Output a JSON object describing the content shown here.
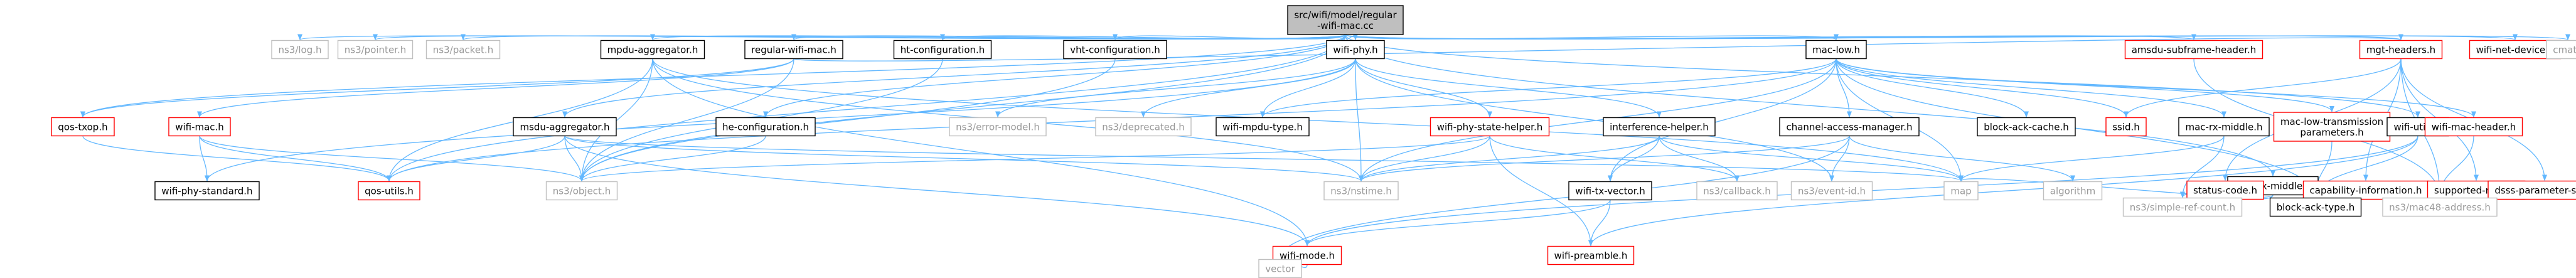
{
  "graph": {
    "colors": {
      "edge": "#63b8ff",
      "default_border": "#000000",
      "linked_border": "#ff0000",
      "ghost_border": "#bfbfbf",
      "text": "#000000",
      "ghost_text": "#9a9a9a",
      "root_fill": "#bfbfbf",
      "node_fill": "#ffffff"
    },
    "nodes": [
      {
        "id": "root",
        "lines": [
          "src/wifi/model/regular",
          "-wifi-mac.cc"
        ],
        "style": "root"
      },
      {
        "id": "log",
        "lines": [
          "ns3/log.h"
        ],
        "style": "ghost"
      },
      {
        "id": "pointer",
        "lines": [
          "ns3/pointer.h"
        ],
        "style": "ghost"
      },
      {
        "id": "packet",
        "lines": [
          "ns3/packet.h"
        ],
        "style": "ghost"
      },
      {
        "id": "mpdu_agg",
        "lines": [
          "mpdu-aggregator.h"
        ],
        "style": "default"
      },
      {
        "id": "regular_mac",
        "lines": [
          "regular-wifi-mac.h"
        ],
        "style": "default"
      },
      {
        "id": "ht_conf",
        "lines": [
          "ht-configuration.h"
        ],
        "style": "default"
      },
      {
        "id": "vht_conf",
        "lines": [
          "vht-configuration.h"
        ],
        "style": "default"
      },
      {
        "id": "wifi_phy",
        "lines": [
          "wifi-phy.h"
        ],
        "style": "default"
      },
      {
        "id": "mac_low",
        "lines": [
          "mac-low.h"
        ],
        "style": "default"
      },
      {
        "id": "amsdu_hdr",
        "lines": [
          "amsdu-subframe-header.h"
        ],
        "style": "linked"
      },
      {
        "id": "mgt_hdr",
        "lines": [
          "mgt-headers.h"
        ],
        "style": "linked"
      },
      {
        "id": "net_dev",
        "lines": [
          "wifi-net-device.h"
        ],
        "style": "linked"
      },
      {
        "id": "cmath",
        "lines": [
          "cmath"
        ],
        "style": "ghost"
      },
      {
        "id": "qos_txop",
        "lines": [
          "qos-txop.h"
        ],
        "style": "linked"
      },
      {
        "id": "wifi_mac",
        "lines": [
          "wifi-mac.h"
        ],
        "style": "linked"
      },
      {
        "id": "msdu_agg",
        "lines": [
          "msdu-aggregator.h"
        ],
        "style": "default"
      },
      {
        "id": "he_conf",
        "lines": [
          "he-configuration.h"
        ],
        "style": "default"
      },
      {
        "id": "err_model",
        "lines": [
          "ns3/error-model.h"
        ],
        "style": "ghost"
      },
      {
        "id": "deprecated",
        "lines": [
          "ns3/deprecated.h"
        ],
        "style": "ghost"
      },
      {
        "id": "mpdu_type",
        "lines": [
          "wifi-mpdu-type.h"
        ],
        "style": "default"
      },
      {
        "id": "phy_state",
        "lines": [
          "wifi-phy-state-helper.h"
        ],
        "style": "linked"
      },
      {
        "id": "interf",
        "lines": [
          "interference-helper.h"
        ],
        "style": "default"
      },
      {
        "id": "cam",
        "lines": [
          "channel-access-manager.h"
        ],
        "style": "default"
      },
      {
        "id": "ba_cache",
        "lines": [
          "block-ack-cache.h"
        ],
        "style": "default"
      },
      {
        "id": "ssid",
        "lines": [
          "ssid.h"
        ],
        "style": "linked"
      },
      {
        "id": "rx_mid",
        "lines": [
          "mac-rx-middle.h"
        ],
        "style": "default"
      },
      {
        "id": "tx_mid",
        "lines": [
          "mac-tx-middle.h"
        ],
        "style": "default"
      },
      {
        "id": "low_tx",
        "lines": [
          "mac-low-transmission",
          "parameters.h"
        ],
        "style": "linked"
      },
      {
        "id": "wifi_utils",
        "lines": [
          "wifi-utils.h"
        ],
        "style": "default"
      },
      {
        "id": "mac_hdr",
        "lines": [
          "wifi-mac-header.h"
        ],
        "style": "linked"
      },
      {
        "id": "status",
        "lines": [
          "status-code.h"
        ],
        "style": "linked"
      },
      {
        "id": "cap_info",
        "lines": [
          "capability-information.h"
        ],
        "style": "linked"
      },
      {
        "id": "rates",
        "lines": [
          "supported-rates.h"
        ],
        "style": "linked"
      },
      {
        "id": "dsss",
        "lines": [
          "dsss-parameter-set.h"
        ],
        "style": "linked"
      },
      {
        "id": "phy_std",
        "lines": [
          "wifi-phy-standard.h"
        ],
        "style": "default"
      },
      {
        "id": "qos_utils",
        "lines": [
          "qos-utils.h"
        ],
        "style": "linked"
      },
      {
        "id": "object",
        "lines": [
          "ns3/object.h"
        ],
        "style": "ghost"
      },
      {
        "id": "nstime",
        "lines": [
          "ns3/nstime.h"
        ],
        "style": "ghost"
      },
      {
        "id": "tx_vector",
        "lines": [
          "wifi-tx-vector.h"
        ],
        "style": "default"
      },
      {
        "id": "callback",
        "lines": [
          "ns3/callback.h"
        ],
        "style": "ghost"
      },
      {
        "id": "event_id",
        "lines": [
          "ns3/event-id.h"
        ],
        "style": "ghost"
      },
      {
        "id": "map",
        "lines": [
          "map"
        ],
        "style": "ghost"
      },
      {
        "id": "algorithm",
        "lines": [
          "algorithm"
        ],
        "style": "ghost"
      },
      {
        "id": "srefcount",
        "lines": [
          "ns3/simple-ref-count.h"
        ],
        "style": "ghost"
      },
      {
        "id": "ba_type",
        "lines": [
          "block-ack-type.h"
        ],
        "style": "default"
      },
      {
        "id": "mac48",
        "lines": [
          "ns3/mac48-address.h"
        ],
        "style": "ghost"
      },
      {
        "id": "wifi_mode",
        "lines": [
          "wifi-mode.h"
        ],
        "style": "linked"
      },
      {
        "id": "preamble",
        "lines": [
          "wifi-preamble.h"
        ],
        "style": "linked"
      },
      {
        "id": "vector",
        "lines": [
          "vector"
        ],
        "style": "ghost"
      }
    ],
    "edges": [
      [
        "root",
        "log"
      ],
      [
        "root",
        "pointer"
      ],
      [
        "root",
        "packet"
      ],
      [
        "root",
        "mpdu_agg"
      ],
      [
        "root",
        "regular_mac"
      ],
      [
        "root",
        "ht_conf"
      ],
      [
        "root",
        "vht_conf"
      ],
      [
        "root",
        "wifi_phy"
      ],
      [
        "root",
        "mac_low"
      ],
      [
        "root",
        "amsdu_hdr"
      ],
      [
        "root",
        "mgt_hdr"
      ],
      [
        "root",
        "net_dev"
      ],
      [
        "root",
        "cmath"
      ],
      [
        "root",
        "he_conf"
      ],
      [
        "root",
        "msdu_agg"
      ],
      [
        "root",
        "qos_txop"
      ],
      [
        "root",
        "wifi_utils"
      ],
      [
        "root",
        "tx_mid"
      ],
      [
        "root",
        "object"
      ],
      [
        "root",
        "qos_utils"
      ],
      [
        "mpdu_agg",
        "qos_utils"
      ],
      [
        "mpdu_agg",
        "object"
      ],
      [
        "mpdu_agg",
        "nstime"
      ],
      [
        "mpdu_agg",
        "wifi_mode"
      ],
      [
        "mpdu_agg",
        "map"
      ],
      [
        "regular_mac",
        "qos_txop"
      ],
      [
        "regular_mac",
        "wifi_mac"
      ],
      [
        "regular_mac",
        "object"
      ],
      [
        "regular_mac",
        "mgt_hdr"
      ],
      [
        "ht_conf",
        "object"
      ],
      [
        "vht_conf",
        "object"
      ],
      [
        "wifi_phy",
        "err_model"
      ],
      [
        "wifi_phy",
        "deprecated"
      ],
      [
        "wifi_phy",
        "mpdu_type"
      ],
      [
        "wifi_phy",
        "phy_state"
      ],
      [
        "wifi_phy",
        "interf"
      ],
      [
        "wifi_phy",
        "nstime"
      ],
      [
        "wifi_phy",
        "phy_std"
      ],
      [
        "wifi_phy",
        "event_id"
      ],
      [
        "mac_low",
        "cam"
      ],
      [
        "mac_low",
        "ba_cache"
      ],
      [
        "mac_low",
        "ssid"
      ],
      [
        "mac_low",
        "rx_mid"
      ],
      [
        "mac_low",
        "low_tx"
      ],
      [
        "mac_low",
        "mac_hdr"
      ],
      [
        "mac_low",
        "qos_utils"
      ],
      [
        "mac_low",
        "mpdu_type"
      ],
      [
        "mac_low",
        "nstime"
      ],
      [
        "mac_low",
        "map"
      ],
      [
        "mac_low",
        "tx_vector"
      ],
      [
        "mac_low",
        "ba_type"
      ],
      [
        "mgt_hdr",
        "status"
      ],
      [
        "mgt_hdr",
        "cap_info"
      ],
      [
        "mgt_hdr",
        "rates"
      ],
      [
        "mgt_hdr",
        "dsss"
      ],
      [
        "mgt_hdr",
        "ssid"
      ],
      [
        "mgt_hdr",
        "mac48"
      ],
      [
        "amsdu_hdr",
        "mac48"
      ],
      [
        "wifi_mac",
        "phy_std"
      ],
      [
        "wifi_mac",
        "qos_utils"
      ],
      [
        "wifi_mac",
        "object"
      ],
      [
        "msdu_agg",
        "nstime"
      ],
      [
        "msdu_agg",
        "object"
      ],
      [
        "msdu_agg",
        "wifi_mode"
      ],
      [
        "msdu_agg",
        "qos_utils"
      ],
      [
        "msdu_agg",
        "map"
      ],
      [
        "he_conf",
        "object"
      ],
      [
        "qos_txop",
        "qos_utils"
      ],
      [
        "phy_state",
        "nstime"
      ],
      [
        "phy_state",
        "callback"
      ],
      [
        "phy_state",
        "preamble"
      ],
      [
        "phy_state",
        "object"
      ],
      [
        "interf",
        "nstime"
      ],
      [
        "interf",
        "tx_vector"
      ],
      [
        "interf",
        "callback"
      ],
      [
        "interf",
        "map"
      ],
      [
        "cam",
        "nstime"
      ],
      [
        "cam",
        "event_id"
      ],
      [
        "cam",
        "algorithm"
      ],
      [
        "cam",
        "vector"
      ],
      [
        "rx_mid",
        "map"
      ],
      [
        "rx_mid",
        "srefcount"
      ],
      [
        "tx_mid",
        "map"
      ],
      [
        "tx_mid",
        "srefcount"
      ],
      [
        "low_tx",
        "ba_type"
      ],
      [
        "wifi_utils",
        "ba_type"
      ],
      [
        "wifi_utils",
        "wifi_mode"
      ],
      [
        "wifi_utils",
        "preamble"
      ],
      [
        "mac_hdr",
        "mac48"
      ],
      [
        "tx_vector",
        "wifi_mode"
      ],
      [
        "tx_vector",
        "preamble"
      ],
      [
        "wifi_mode",
        "vector"
      ]
    ]
  }
}
